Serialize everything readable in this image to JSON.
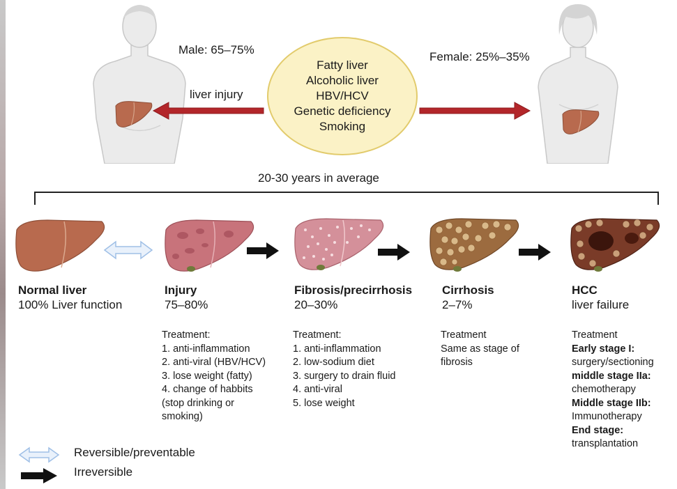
{
  "top": {
    "male_label": "Male: 65–75%",
    "female_label": "Female: 25%–35%",
    "injury_label": "liver injury",
    "causes": [
      "Fatty liver",
      "Alcoholic liver",
      "HBV/HCV",
      "Genetic deficiency",
      "Smoking"
    ],
    "timeline_label": "20-30 years in average"
  },
  "stages": [
    {
      "name": "Normal liver",
      "value": "100% Liver function",
      "treatment": []
    },
    {
      "name": "Injury",
      "value": "75–80%",
      "treatment": [
        {
          "text": "Treatment:",
          "bold": false
        },
        {
          "text": "1. anti-inflammation",
          "bold": false
        },
        {
          "text": "2. anti-viral (HBV/HCV)",
          "bold": false
        },
        {
          "text": "3. lose weight (fatty)",
          "bold": false
        },
        {
          "text": "4. change of habbits",
          "bold": false
        },
        {
          "text": "(stop drinking or",
          "bold": false
        },
        {
          "text": "smoking)",
          "bold": false
        }
      ]
    },
    {
      "name": "Fibrosis/precirrhosis",
      "value": "20–30%",
      "treatment": [
        {
          "text": "Treatment:",
          "bold": false
        },
        {
          "text": "1. anti-inflammation",
          "bold": false
        },
        {
          "text": "2. low-sodium diet",
          "bold": false
        },
        {
          "text": "3. surgery to drain fluid",
          "bold": false
        },
        {
          "text": "4. anti-viral",
          "bold": false
        },
        {
          "text": "5. lose weight",
          "bold": false
        }
      ]
    },
    {
      "name": "Cirrhosis",
      "value": "2–7%",
      "treatment": [
        {
          "text": "Treatment",
          "bold": false
        },
        {
          "text": "Same as stage of",
          "bold": false
        },
        {
          "text": "fibrosis",
          "bold": false
        }
      ]
    },
    {
      "name": "HCC",
      "value": "liver failure",
      "treatment": [
        {
          "text": "Treatment",
          "bold": false
        },
        {
          "text": "Early stage I:",
          "bold": true
        },
        {
          "text": "surgery/sectioning",
          "bold": false
        },
        {
          "text": "middle stage IIa:",
          "bold": true
        },
        {
          "text": "chemotherapy",
          "bold": false
        },
        {
          "text": "Middle stage IIb:",
          "bold": true
        },
        {
          "text": "Immunotherapy",
          "bold": false
        },
        {
          "text": "End stage:",
          "bold": true
        },
        {
          "text": "transplantation",
          "bold": false
        }
      ]
    }
  ],
  "legend": {
    "reversible": "Reversible/preventable",
    "irreversible": "Irreversible"
  },
  "colors": {
    "liver_normal": "#b86a4e",
    "liver_injury": "#c8737b",
    "liver_fibrosis": "#d4909a",
    "liver_cirrhosis": "#9c6b3f",
    "liver_hcc": "#7a3b28",
    "red_arrow": "#b3262a",
    "circle_fill": "#fbf2c6",
    "reversible_arrow": "#b9d1ef"
  }
}
